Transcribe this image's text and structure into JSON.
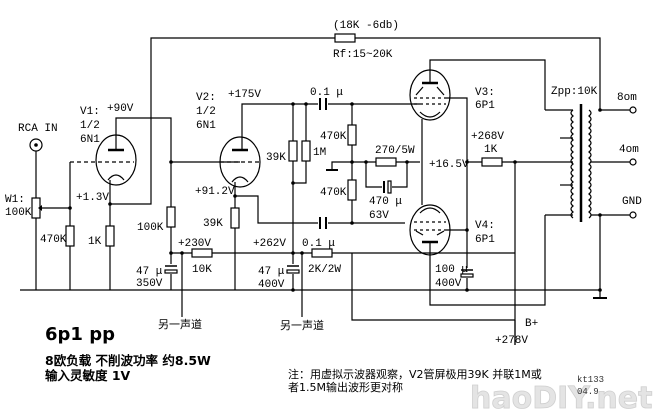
{
  "title": "6p1 pp",
  "specs": {
    "line1": "8欧负载 不削波功率  约8.5W",
    "line2": "输入灵敏度  1V"
  },
  "note": {
    "line1": "注：用虚拟示波器观察，V2管屏极用39K 并联1M或",
    "line2": "者1.5M输出波形更对称"
  },
  "signature": {
    "line1": "kt133",
    "line2": "04.9"
  },
  "watermark": "haoDIY.net",
  "feedback": {
    "label_top": "(18K -6db)",
    "label_bottom": "Rf:15~20K"
  },
  "input": {
    "connector": "RCA IN",
    "pot_name": "W1:",
    "pot_value": "100K",
    "grid_resistor": "470K"
  },
  "tubes": {
    "v1": {
      "name": "V1:",
      "section": "1/2",
      "type": "6N1",
      "plate_voltage": "+90V",
      "cathode_voltage": "+1.3V",
      "cathode_resistor": "1K",
      "plate_resistor": "100K"
    },
    "v2": {
      "name": "V2:",
      "section": "1/2",
      "type": "6N1",
      "plate_voltage": "+175V",
      "cathode_voltage": "+91.2V",
      "plate_resistor_a": "39K",
      "plate_resistor_b": "1M",
      "cathode_resistor": "39K"
    },
    "v3": {
      "name": "V3:",
      "type": "6P1"
    },
    "v4": {
      "name": "V4:",
      "type": "6P1"
    }
  },
  "coupling": {
    "cap_top": "0.1 μ",
    "cap_bottom": "0.1 μ",
    "grid_res_top": "470K",
    "grid_res_bottom": "470K"
  },
  "cathode_bias": {
    "resistor": "270/5W",
    "cap_value": "470 μ",
    "cap_voltage": "63V",
    "voltage": "+16.5V"
  },
  "screen": {
    "voltage": "+268V",
    "resistor": "1K",
    "cap_value": "100 μ",
    "cap_voltage": "400V"
  },
  "supply": {
    "b_plus": "B+",
    "b_plus_voltage": "+278V",
    "node_230": "+230V",
    "res_10k": "10K",
    "cap1_value": "47 μ",
    "cap1_voltage": "350V",
    "node_262": "+262V",
    "res_2k": "2K/2W",
    "cap2_value": "47 μ",
    "cap2_voltage": "400V",
    "other_channel_1": "另一声道",
    "other_channel_2": "另一声道"
  },
  "transformer": {
    "label": "Zpp:10K",
    "taps": [
      "8om",
      "4om",
      "GND"
    ]
  }
}
